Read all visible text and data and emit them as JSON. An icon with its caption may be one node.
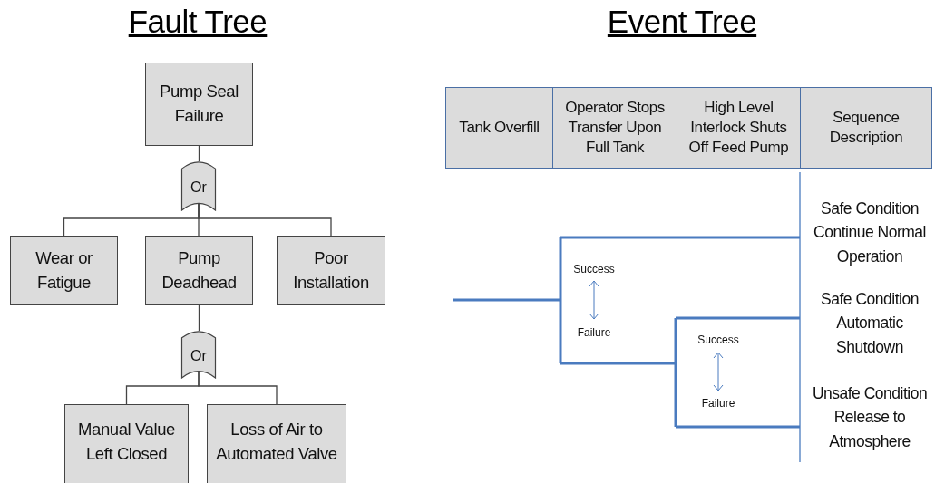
{
  "diagram": {
    "nodes": [
      {
        "text": [
          "Pump Seal Failure"
        ]
      },
      {
        "text": [
          "Or"
        ]
      },
      {
        "text": [
          "Wear or Fatigue"
        ]
      },
      {
        "text": [
          "Pump Deadhead"
        ]
      },
      {
        "text": [
          "Poor Installation"
        ]
      },
      {
        "text": [
          "Or"
        ]
      },
      {
        "text": [
          "Manual Value Left Closed"
        ]
      },
      {
        "text": [
          "Loss of Air to Automated Valve"
        ]
      },
      {
        "text": [
          "Tank Overfill"
        ]
      },
      {
        "text": [
          "Operator Stops Transfer Upon Full Tank"
        ]
      },
      {
        "text": [
          "High Level Interlock Shuts Off Feed Pump"
        ]
      },
      {
        "text": [
          "Sequence Description"
        ]
      }
    ],
    "edges": [
      {
        "from": 0,
        "to": 1,
        "arrow": "none"
      },
      {
        "from": 1,
        "to": 2,
        "arrow": "none"
      },
      {
        "from": 1,
        "to": 3,
        "arrow": "none"
      },
      {
        "from": 1,
        "to": 4,
        "arrow": "none"
      },
      {
        "from": 3,
        "to": 5,
        "arrow": "none"
      },
      {
        "from": 5,
        "to": 6,
        "arrow": "none"
      },
      {
        "from": 5,
        "to": 7,
        "arrow": "none"
      }
    ],
    "labels": [
      "Fault Tree",
      "Event Tree",
      "Safe Condition Continue Normal Operation",
      "Success",
      "Failure",
      "Safe Condition Automatic Shutdown",
      "Success",
      "Failure",
      "Unsafe Condition Release to Atmosphere"
    ]
  }
}
